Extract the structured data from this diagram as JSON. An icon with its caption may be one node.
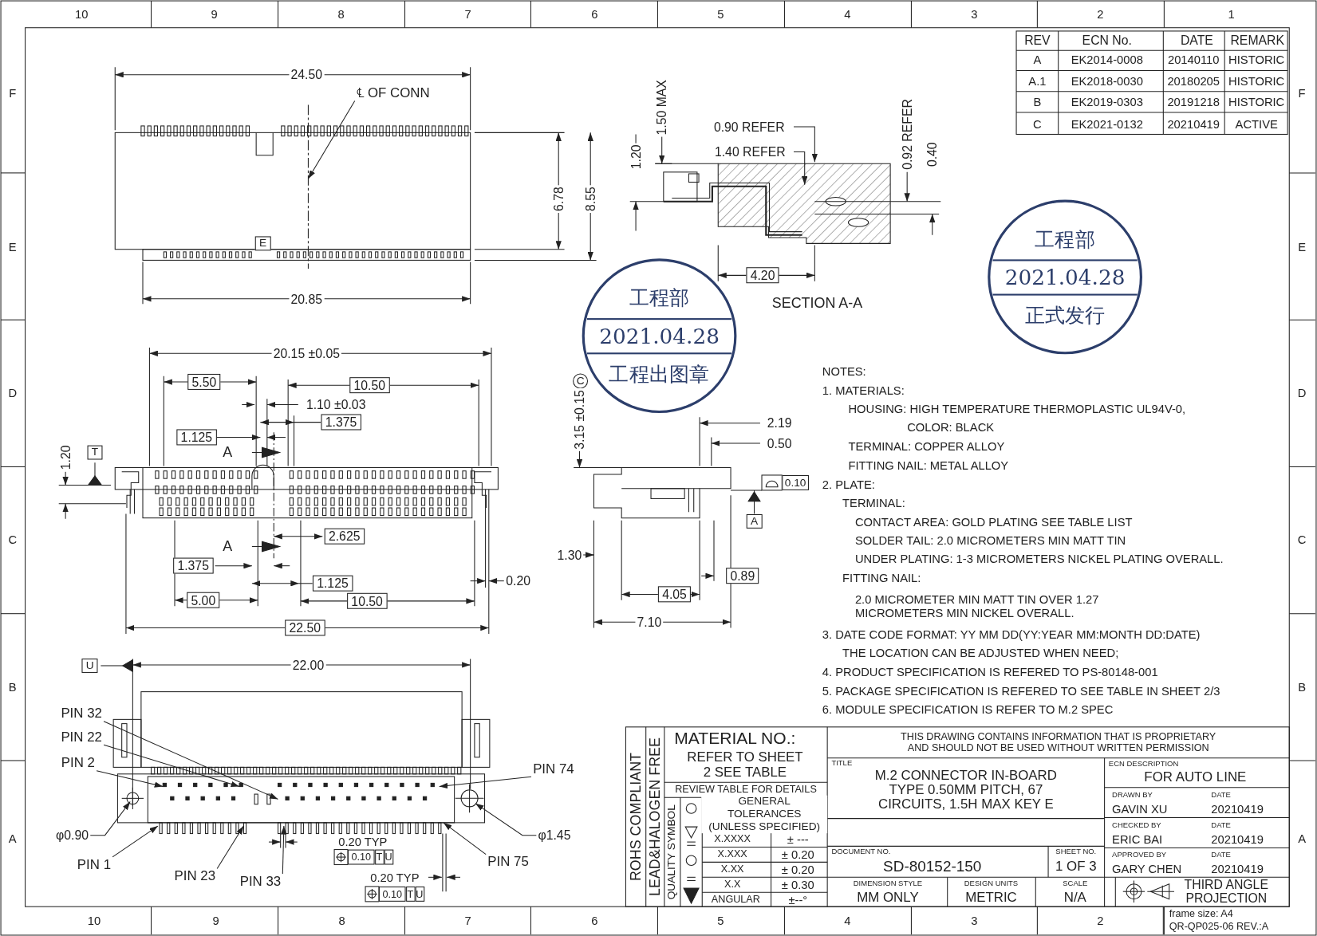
{
  "diagram": {
    "nodes": [
      {
        "text": [
          "℄ OF CONN"
        ]
      },
      {
        "text": [
          "工程部",
          "2021.04.28",
          "正式发行"
        ]
      },
      {
        "text": [
          "工程部",
          "2021.04.28",
          "工程出图章"
        ]
      },
      {
        "text": [
          "PIN 32"
        ]
      },
      {
        "text": [
          "PIN 22"
        ]
      },
      {
        "text": [
          "PIN 2"
        ]
      },
      {
        "text": [
          "PIN 74"
        ]
      },
      {
        "text": [
          "PIN 1"
        ]
      },
      {
        "text": [
          "PIN 23"
        ]
      },
      {
        "text": [
          "PIN 33"
        ]
      },
      {
        "text": [
          "PIN 75"
        ]
      }
    ],
    "edges": [
      {
        "from": 0,
        "to": null,
        "arrow": "to"
      },
      {
        "from": 3,
        "to": null,
        "arrow": "to"
      },
      {
        "from": 4,
        "to": null,
        "arrow": "to"
      },
      {
        "from": 5,
        "to": null,
        "arrow": "to"
      },
      {
        "from": 6,
        "to": null,
        "arrow": "to"
      },
      {
        "from": 7,
        "to": null,
        "arrow": "to"
      },
      {
        "from": 8,
        "to": null,
        "arrow": "to"
      },
      {
        "from": 9,
        "to": null,
        "arrow": "to"
      },
      {
        "from": 10,
        "to": null,
        "arrow": "to"
      }
    ],
    "labels": [
      "10",
      "9",
      "8",
      "7",
      "6",
      "5",
      "4",
      "3",
      "2",
      "1",
      "F",
      "E",
      "D",
      "C",
      "B",
      "A",
      "F",
      "E",
      "D",
      "C",
      "B",
      "A",
      "REV",
      "ECN No.",
      "DATE",
      "REMARK",
      "A",
      "EK2014-0008",
      "20140110",
      "HISTORIC",
      "A.1",
      "EK2018-0030",
      "20180205",
      "HISTORIC",
      "B",
      "EK2019-0303",
      "20191218",
      "HISTORIC",
      "C",
      "EK2021-0132",
      "20210419",
      "ACTIVE",
      "24.50",
      "6.78",
      "8.55",
      "E",
      "20.85",
      "1.50 MAX",
      "0.90 REFER",
      "0.92 REFER",
      "1.40 REFER",
      "1.20",
      "0.40",
      "4.20",
      "SECTION A-A",
      "20.15 ±0.05",
      "5.50",
      "10.50",
      "1.10 ±0.03",
      "1.375",
      "1.125",
      "T",
      "A",
      "1.20",
      "2.625",
      "A",
      "1.375",
      "1.125",
      "0.20",
      "5.00",
      "10.50",
      "22.50",
      "C",
      "3.15 ±0.15",
      "2.19",
      "0.50",
      "0.10",
      "A",
      "1.30",
      "0.89",
      "4.05",
      "7.10",
      "NOTES:",
      "1. MATERIALS:",
      "HOUSING: HIGH TEMPERATURE THERMOPLASTIC UL94V-0,",
      "COLOR: BLACK",
      "TERMINAL: COPPER ALLOY",
      "FITTING NAIL: METAL ALLOY",
      "2. PLATE:",
      "TERMINAL:",
      "CONTACT AREA: GOLD PLATING SEE TABLE LIST",
      "SOLDER TAIL: 2.0 MICROMETERS MIN MATT TIN",
      "UNDER PLATING: 1-3 MICROMETERS NICKEL PLATING OVERALL.",
      "FITTING NAIL:",
      "2.0 MICROMETER MIN MATT TIN OVER 1.27 MICROMETERS MIN NICKEL OVERALL.",
      "3. DATE CODE FORMAT: YY MM DD(YY:YEAR MM:MONTH DD:DATE)",
      "THE LOCATION CAN BE ADJUSTED WHEN NEED;",
      "4. PRODUCT SPECIFICATION IS REFERED TO PS-80148-001",
      "5. PACKAGE SPECIFICATION IS REFERED TO SEE TABLE IN SHEET 2/3",
      "6. MODULE SPECIFICATION IS REFER TO M.2 SPEC",
      "U",
      "22.00",
      "φ0.90",
      "φ1.45",
      "0.20 TYP",
      "0.10",
      "T",
      "U",
      "0.20 TYP",
      "0.10",
      "T",
      "U",
      "ROHS COMPLIANT",
      "LEAD&HALOGEN FREE",
      "MATERIAL NO.:",
      "REFER TO SHEET 2 SEE TABLE",
      "REVIEW TABLE FOR DETAILS",
      "QUALITY SYMBOL",
      "GENERAL TOLERANCES (UNLESS SPECIFIED)",
      "X.XXXX",
      "± ---",
      "X.XXX",
      "± 0.20",
      "X.XX",
      "± 0.20",
      "X.X",
      "± 0.30",
      "ANGULAR",
      "±--°",
      "THIS DRAWING CONTAINS INFORMATION THAT IS PROPRIETARY AND SHOULD NOT BE USED WITHOUT WRITTEN PERMISSION",
      "TITLE",
      "M.2 CONNECTOR IN-BOARD TYPE 0.50MM PITCH, 67 CIRCUITS, 1.5H MAX KEY E",
      "ECN DESCRIPTION",
      "FOR AUTO LINE",
      "DRAWN BY",
      "DATE",
      "GAVIN XU",
      "20210419",
      "CHECKED BY",
      "DATE",
      "ERIC BAI",
      "20210419",
      "APPROVED BY",
      "DATE",
      "GARY CHEN",
      "20210419",
      "DOCUMENT NO.",
      "SD-80152-150",
      "SHEET NO.",
      "1 OF 3",
      "DIMENSION STYLE",
      "MM ONLY",
      "DESIGN UNITS",
      "METRIC",
      "SCALE",
      "N/A",
      "THIRD ANGLE PROJECTION",
      "10",
      "9",
      "8",
      "7",
      "6",
      "5",
      "4",
      "3",
      "2",
      "frame size: A4",
      "QR-QP025-06 REV.:A"
    ]
  }
}
